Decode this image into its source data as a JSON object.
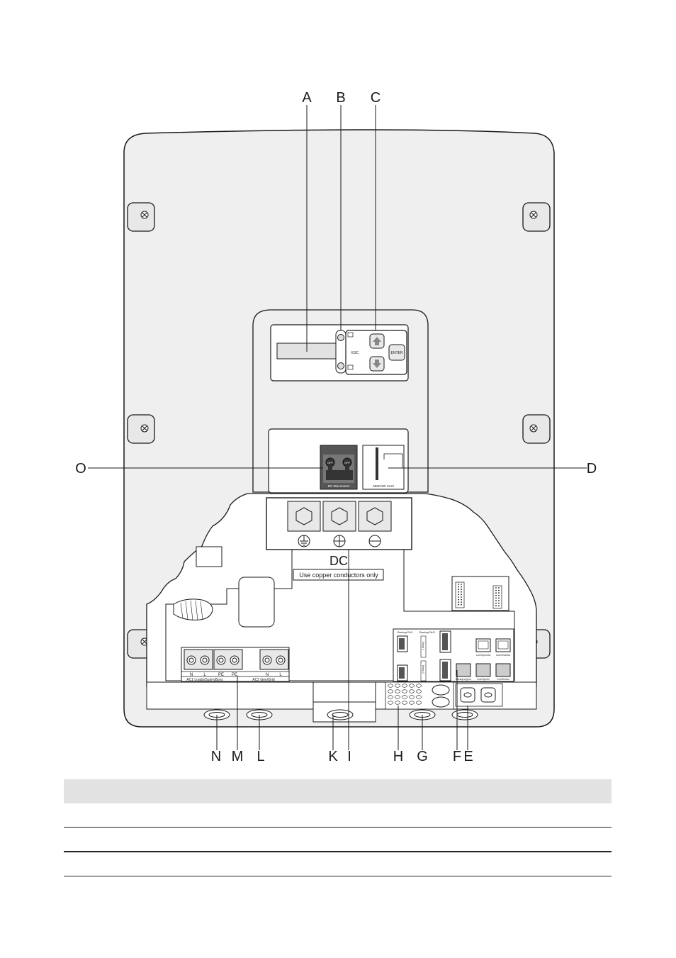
{
  "diagram": {
    "callouts": [
      "A",
      "B",
      "C",
      "D",
      "E",
      "F",
      "G",
      "H",
      "I",
      "K",
      "L",
      "M",
      "N",
      "O"
    ],
    "display": {
      "keys": {
        "esc": "ESC",
        "enter": "ENTER"
      }
    },
    "switch": {
      "off1": "OFF",
      "off2": "OFF",
      "label": "DC-Disconnect"
    },
    "card_slot_label": "MMC/SD Card",
    "dc_title": "DC",
    "dc_notice": "Use copper conductors only",
    "terminal_labels": [
      "N",
      "L",
      "PE",
      "PE",
      "N",
      "L"
    ],
    "ac1_label": "AC1 Loads/SunnyBoys",
    "ac2_label": "AC2 Gen/Grid",
    "relay_labels": [
      "BackupCtrl1",
      "BackupCtrl2",
      "Relay 1",
      "Relay 2"
    ],
    "com_labels": [
      "ComSyncOut",
      "ComSmaOut",
      "BackupVtgCur",
      "ComSyncIn",
      "ComSmaIn"
    ]
  },
  "colors": {
    "housing": "#efefef",
    "outline": "#1a1a1a",
    "switch": "#555555"
  }
}
